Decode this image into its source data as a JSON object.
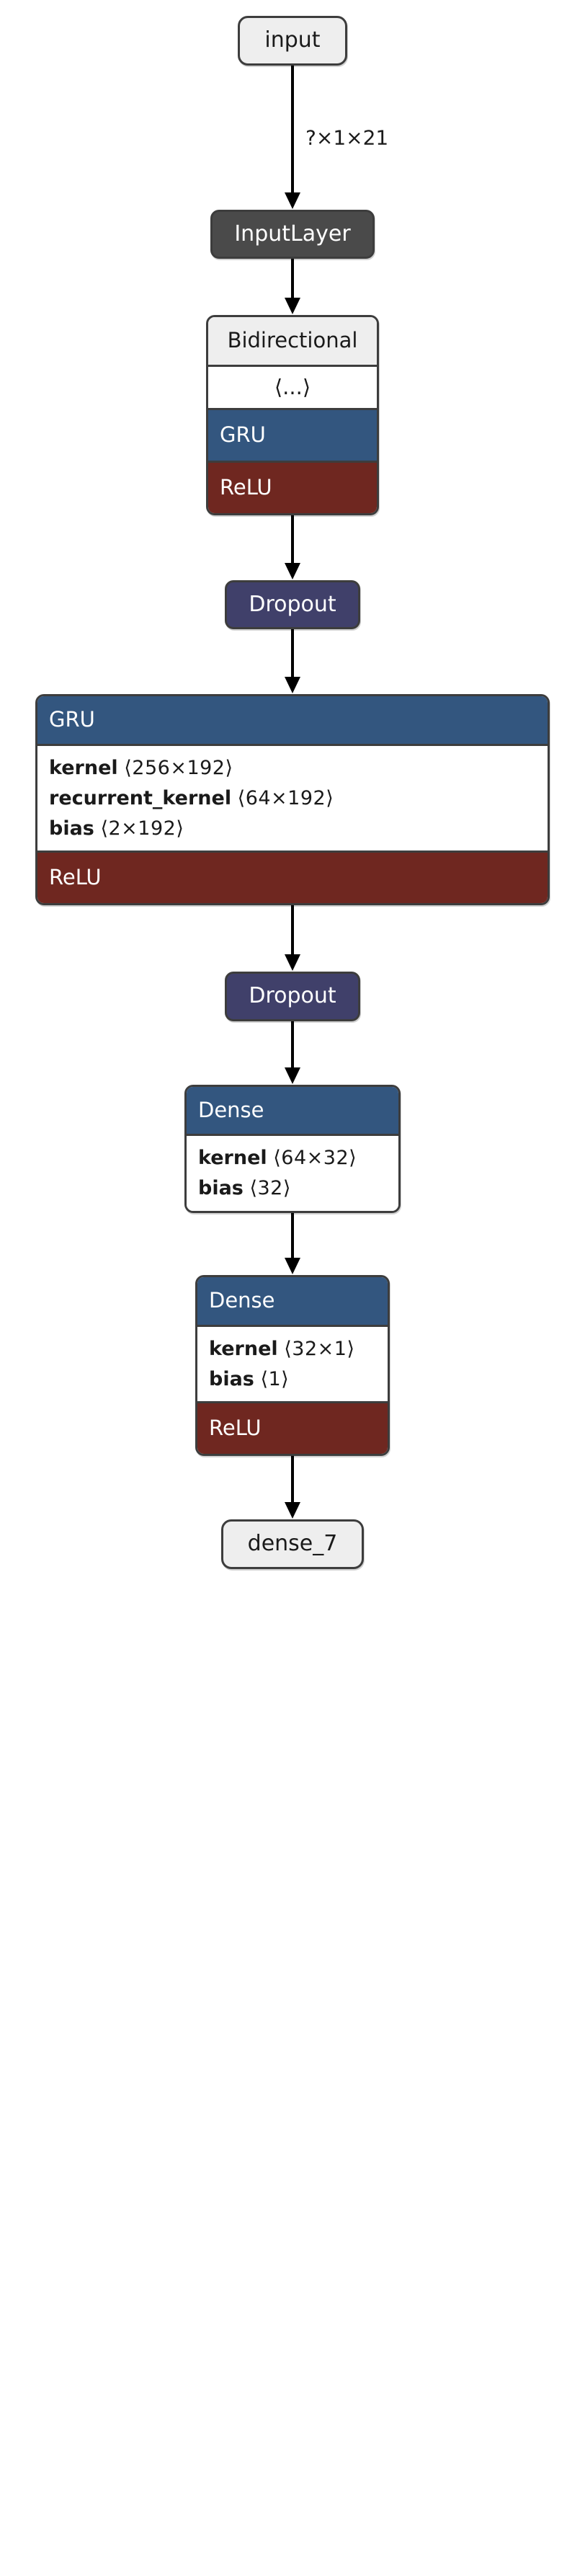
{
  "graph": {
    "title": "Keras model architecture graph",
    "colors": {
      "terminal_fill": "#eeeeee",
      "inputlayer_fill": "#4a4a4a",
      "dropout_fill": "#40406a",
      "layer_header_blue": "#33567f",
      "activation_red": "#6f2720",
      "border": "#3d3d3d",
      "body_white": "#ffffff"
    },
    "nodes": {
      "input_terminal": {
        "label": "input"
      },
      "input_layer": {
        "label": "InputLayer"
      },
      "bidirectional": {
        "title": "Bidirectional",
        "wrapped": "⟨...⟩",
        "inner_layer": "GRU",
        "activation": "ReLU"
      },
      "dropout_1": {
        "label": "Dropout"
      },
      "gru": {
        "title": "GRU",
        "activation": "ReLU",
        "params": [
          {
            "name": "kernel",
            "dim": "⟨256×192⟩"
          },
          {
            "name": "recurrent_kernel",
            "dim": "⟨64×192⟩"
          },
          {
            "name": "bias",
            "dim": "⟨2×192⟩"
          }
        ]
      },
      "dropout_2": {
        "label": "Dropout"
      },
      "dense_1": {
        "title": "Dense",
        "params": [
          {
            "name": "kernel",
            "dim": "⟨64×32⟩"
          },
          {
            "name": "bias",
            "dim": "⟨32⟩"
          }
        ]
      },
      "dense_2": {
        "title": "Dense",
        "activation": "ReLU",
        "params": [
          {
            "name": "kernel",
            "dim": "⟨32×1⟩"
          },
          {
            "name": "bias",
            "dim": "⟨1⟩"
          }
        ]
      },
      "output_terminal": {
        "label": "dense_7"
      }
    },
    "edges": {
      "input_to_inputlayer": {
        "label": "?×1×21"
      },
      "inputlayer_to_bidirectional": {
        "label": ""
      },
      "bidirectional_to_dropout1": {
        "label": ""
      },
      "dropout1_to_gru": {
        "label": ""
      },
      "gru_to_dropout2": {
        "label": ""
      },
      "dropout2_to_dense1": {
        "label": ""
      },
      "dense1_to_dense2": {
        "label": ""
      },
      "dense2_to_output": {
        "label": ""
      }
    }
  }
}
